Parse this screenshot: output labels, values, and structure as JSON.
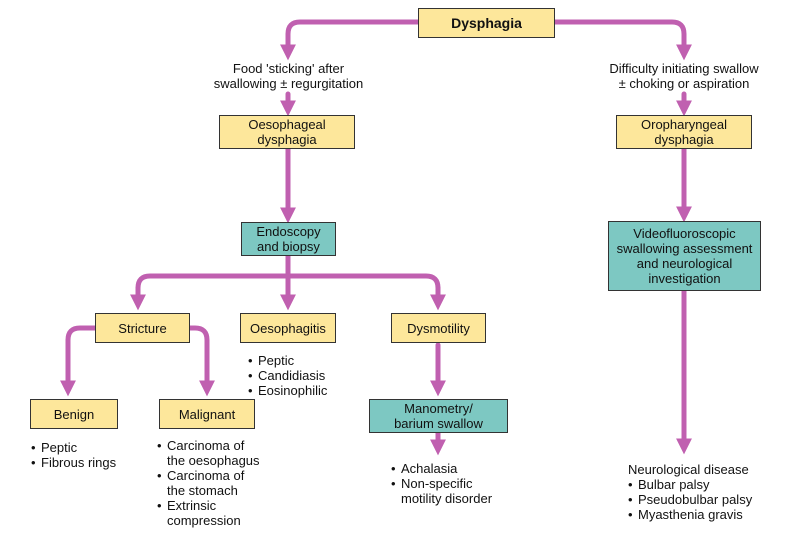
{
  "colors": {
    "arrow": "#c060b0",
    "decision_box": "#fde79b",
    "investigation_box": "#7dc8c2"
  },
  "nodes": {
    "dysphagia": "Dysphagia",
    "food_sticking": "Food 'sticking' after\nswallowing ± regurgitation",
    "difficulty_initiating": "Difficulty initiating swallow\n± choking or aspiration",
    "oesophageal": "Oesophageal\ndysphagia",
    "oropharyngeal": "Oropharyngeal\ndysphagia",
    "endoscopy": "Endoscopy\nand biopsy",
    "videofluoroscopic": "Videofluoroscopic\nswallowing assessment\nand neurological\ninvestigation",
    "stricture": "Stricture",
    "oesophagitis": "Oesophagitis",
    "dysmotility": "Dysmotility",
    "benign": "Benign",
    "malignant": "Malignant",
    "manometry": "Manometry/\nbarium swallow",
    "neurological_disease": "Neurological disease"
  },
  "lists": {
    "oesophagitis": [
      "Peptic",
      "Candidiasis",
      "Eosinophilic"
    ],
    "benign": [
      "Peptic",
      "Fibrous rings"
    ],
    "malignant": [
      "Carcinoma of\nthe oesophagus",
      "Carcinoma of\nthe stomach",
      "Extrinsic\ncompression"
    ],
    "manometry": [
      "Achalasia",
      "Non-specific\nmotility disorder"
    ],
    "neurological": [
      "Bulbar palsy",
      "Pseudobulbar palsy",
      "Myasthenia gravis"
    ]
  }
}
